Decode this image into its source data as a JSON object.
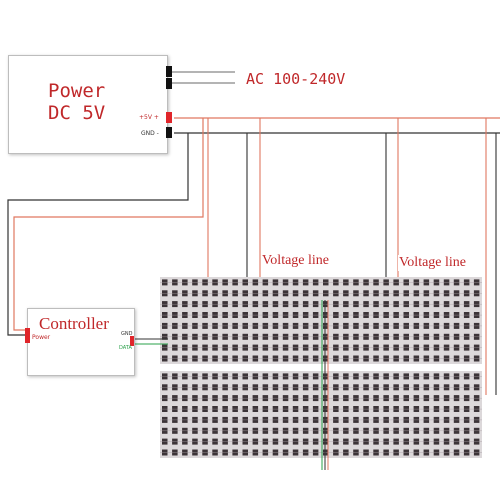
{
  "power_supply": {
    "title_line1": "Power",
    "title_line2": "DC 5V",
    "plus_label": "+5V +",
    "gnd_label": "GND -",
    "ac_label": "AC 100-240V"
  },
  "controller": {
    "title": "Controller",
    "power_label": "Power",
    "gnd_label": "GND",
    "data_label": "DATA"
  },
  "matrix": {
    "voltage_label_1": "Voltage line",
    "voltage_label_2": "Voltage line",
    "columns": 32,
    "rows": 8
  },
  "colors": {
    "wire_red": "#e07860",
    "wire_black": "#333333",
    "text_red": "#c0282a",
    "panel": "#dcd8da",
    "led": "#3c3438"
  }
}
